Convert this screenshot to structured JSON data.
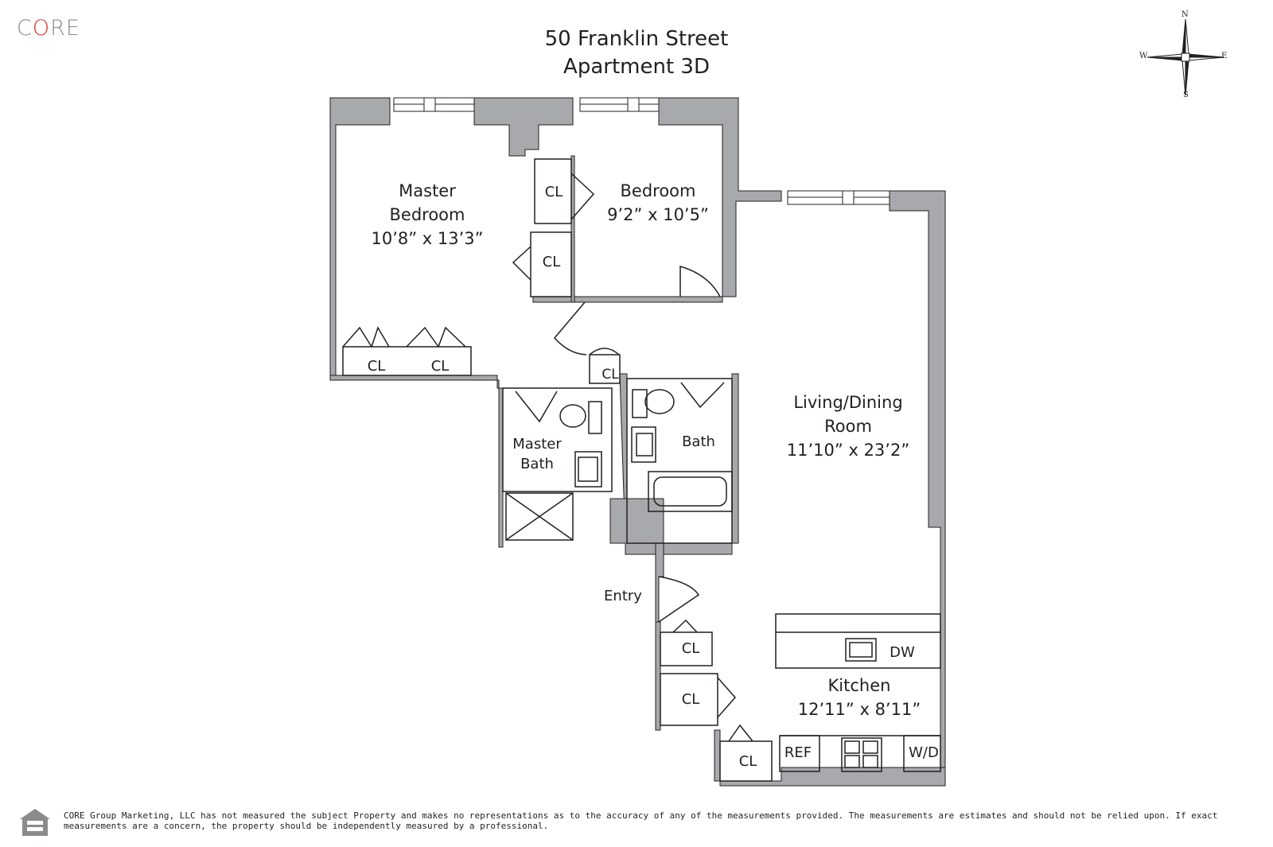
{
  "brand": {
    "logo_prefix": "C",
    "logo_o": "O",
    "logo_suffix": "RE",
    "accent_color": "#e0382f",
    "logo_gray": "#8a8b8d"
  },
  "title": {
    "line1": "50 Franklin Street",
    "line2": "Apartment 3D"
  },
  "compass": {
    "n": "N",
    "s": "S",
    "e": "E",
    "w": "W"
  },
  "rooms": {
    "master_bedroom": {
      "name_1": "Master",
      "name_2": "Bedroom",
      "dims": "10’8” x 13’3”"
    },
    "bedroom": {
      "name": "Bedroom",
      "dims": "9’2” x 10’5”"
    },
    "living": {
      "name_1": "Living/Dining",
      "name_2": "Room",
      "dims": "11’10” x 23’2”"
    },
    "master_bath": {
      "name_1": "Master",
      "name_2": "Bath"
    },
    "bath": {
      "name": "Bath"
    },
    "entry": {
      "name": "Entry"
    },
    "kitchen": {
      "name": "Kitchen",
      "dims": "12’11” x 8’11”"
    }
  },
  "closets": {
    "cl": "CL"
  },
  "fixtures": {
    "dishwasher": "DW",
    "refrigerator": "REF",
    "washer_dryer": "W/D"
  },
  "footer": {
    "disclaimer": "CORE Group Marketing, LLC has not measured the subject Property and makes no representations as to the accuracy of any of the measurements provided. The measurements are estimates and should not be relied upon. If exact measurements are a concern, the property should be independently measured by a professional.",
    "eho_icon": "equal-housing-icon"
  },
  "colors": {
    "wall_fill": "#a7a9ac",
    "line": "#231f20"
  }
}
